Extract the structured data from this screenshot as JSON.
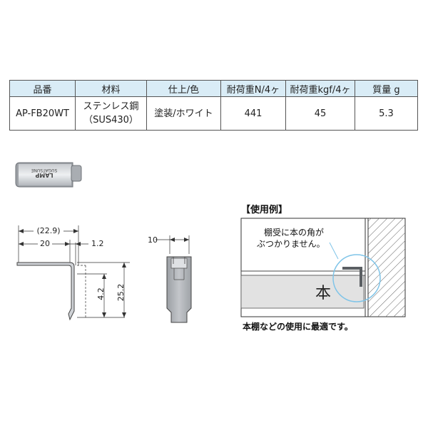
{
  "table": {
    "headers": [
      "品番",
      "材料",
      "仕上/色",
      "耐荷重N/4ヶ",
      "耐荷重kgf/4ヶ",
      "質量 g"
    ],
    "row": {
      "part_no": "AP-FB20WT",
      "material_line1": "ステンレス鋼",
      "material_line2": "（SUS430）",
      "finish": "塗装/ホワイト",
      "load_n": "441",
      "load_kgf": "45",
      "mass_g": "5.3"
    },
    "header_bg": "#d9ecf6"
  },
  "product_marking": {
    "line1": "SUGATSUNE",
    "line2": "LAMP"
  },
  "dimensions": {
    "overall_width": "(22.9)",
    "width": "20",
    "thickness": "1.2",
    "hook_height": "4.2",
    "height": "25.2",
    "depth": "10"
  },
  "usage": {
    "title": "【使用例】",
    "callout_line1": "棚受に本の角が",
    "callout_line2": "ぶつかりません。",
    "book_label": "本",
    "caption": "本棚などの使用に最適です。"
  }
}
